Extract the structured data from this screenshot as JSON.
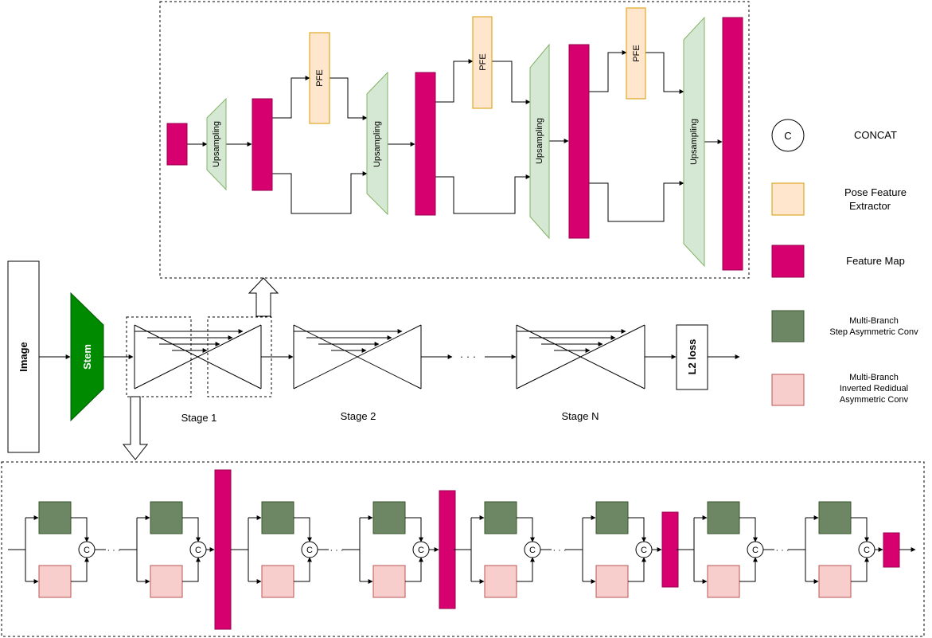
{
  "colors": {
    "feature_map": "#d6006f",
    "pfe_fill": "#ffe6cc",
    "pfe_stroke": "#d79b00",
    "upsampling_fill": "#d5e8d4",
    "upsampling_stroke": "#82b366",
    "stem_fill": "#008a00",
    "step_conv_fill": "#6d8764",
    "inverted_conv_fill": "#f8cecc",
    "inverted_conv_stroke": "#b85450"
  },
  "input": {
    "label": "Image"
  },
  "stem": {
    "label": "Stem"
  },
  "loss": {
    "label": "L2 loss"
  },
  "stages": {
    "stage1": "Stage 1",
    "stage2": "Stage 2",
    "stageN": "Stage N"
  },
  "ellipsis": "· · ·",
  "pfe_label": "PFE",
  "upsampling_label": "Upsampling",
  "concat_symbol": "C",
  "legend": {
    "concat": "CONCAT",
    "pfe_line1": "Pose Feature",
    "pfe_line2": "Extractor",
    "feature_map": "Feature Map",
    "step_line1": "Multi-Branch",
    "step_line2": "Step  Asymmetric Conv",
    "inv_line1": "Multi-Branch",
    "inv_line2": "Inverted Redidual",
    "inv_line3": "Asymmetric Conv"
  }
}
